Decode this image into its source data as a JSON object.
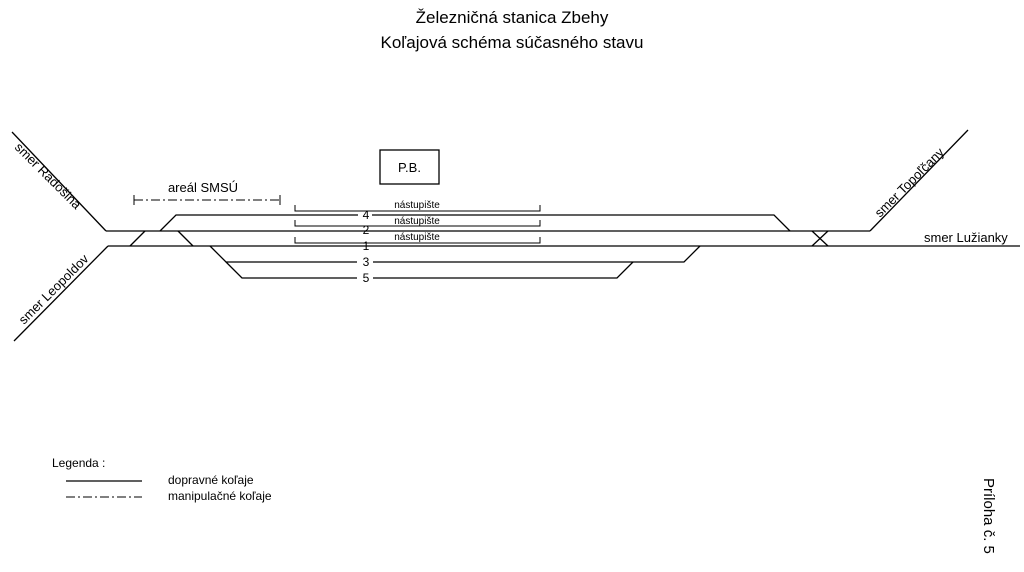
{
  "title": {
    "line1": "Železničná stanica Zbehy",
    "line2": "Koľajová schéma súčasného stavu"
  },
  "building": {
    "label": "P.B."
  },
  "area": {
    "label": "areál SMSÚ"
  },
  "platforms": [
    {
      "label": "nástupište"
    },
    {
      "label": "nástupište"
    },
    {
      "label": "nástupište"
    }
  ],
  "tracks": [
    "4",
    "2",
    "1",
    "3",
    "5"
  ],
  "directions": {
    "radosina": "smer Radošina",
    "leopoldov": "smer Leopoldov",
    "topolcany": "smer Topoľčany",
    "luzianky": "smer Lužianky"
  },
  "legend": {
    "title": "Legenda :",
    "items": [
      {
        "label": "dopravné koľaje",
        "style": "solid"
      },
      {
        "label": "manipulačné koľaje",
        "style": "dash-dot"
      }
    ]
  },
  "annex": "Príloha č. 5"
}
